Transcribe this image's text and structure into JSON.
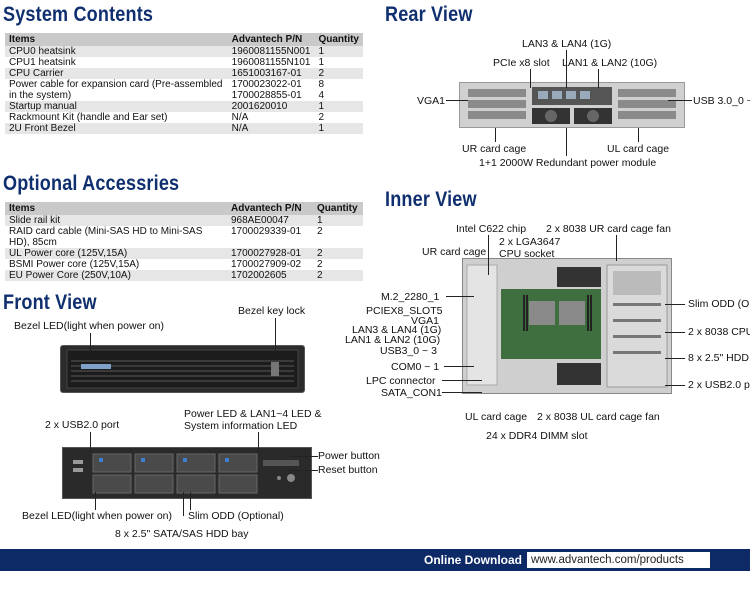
{
  "system_contents": {
    "title": "System Contents",
    "headers": [
      "Items",
      "Advantech P/N",
      "Quantity"
    ],
    "rows": [
      {
        "item": "CPU0 heatsink",
        "pn": "1960081155N001",
        "qty": "1"
      },
      {
        "item": "CPU1 heatsink",
        "pn": "1960081155N101",
        "qty": "1"
      },
      {
        "item": "CPU Carrier",
        "pn": "1651003167-01",
        "qty": "2"
      },
      {
        "item": "Power cable for expansion card (Pre-assembled in the system)",
        "pn": "1700023022-01\n1700028855-01",
        "qty": "8\n4"
      },
      {
        "item": "Startup manual",
        "pn": "2001620010",
        "qty": "1"
      },
      {
        "item": "Rackmount Kit (handle and Ear set)",
        "pn": "N/A",
        "qty": "2"
      },
      {
        "item": "2U Front Bezel",
        "pn": "N/A",
        "qty": "1"
      }
    ]
  },
  "optional_accessories": {
    "title": "Optional Accessries",
    "headers": [
      "Items",
      "Advantech P/N",
      "Quantity"
    ],
    "rows": [
      {
        "item": "Slide rail kit",
        "pn": "968AE00047",
        "qty": "1"
      },
      {
        "item": "RAID card cable (Mini-SAS HD to Mini-SAS HD), 85cm",
        "pn": "1700029339-01",
        "qty": "2"
      },
      {
        "item": "UL Power core  (125V,15A)",
        "pn": "1700027928-01",
        "qty": "2"
      },
      {
        "item": "BSMI Power core (125V,15A)",
        "pn": "1700027909-02",
        "qty": "2"
      },
      {
        "item": "EU Power Core  (250V,10A)",
        "pn": "1702002605",
        "qty": "2"
      }
    ]
  },
  "front_view": {
    "title": "Front View",
    "bezel_led_top": "Bezel LED(light when power on)",
    "bezel_key_lock": "Bezel key lock",
    "usb2_port": "2 x USB2.0 port",
    "power_led_line1": "Power LED & LAN1~4 LED &",
    "power_led_line2": "System information LED",
    "power_button": "Power button",
    "reset_button": "Reset button",
    "bezel_led_bottom": "Bezel LED(light when power on)",
    "slim_odd": "Slim ODD (Optional)",
    "hdd_bay": "8 x 2.5\" SATA/SAS HDD bay"
  },
  "rear_view": {
    "title": "Rear View",
    "lan34": "LAN3 & LAN4 (1G)",
    "pcie_slot": "PCIe x8 slot",
    "lan12": "LAN1 & LAN2 (10G)",
    "vga1": "VGA1",
    "usb3": "USB 3.0_0 ~",
    "ur_card_cage": "UR card cage",
    "ul_card_cage": "UL card cage",
    "psu": "1+1 2000W Redundant power module"
  },
  "inner_view": {
    "title": "Inner View",
    "intel_chip": "Intel C622 chip",
    "ur_fan": "2 x 8038 UR card cage fan",
    "lga_line1": "2 x LGA3647",
    "lga_line2": "CPU socket",
    "ur_card_cage": "UR card cage",
    "m2": "M.2_2280_1",
    "pciex8": "PCIEX8_SLOT5",
    "vga1": "VGA1",
    "lan34": "LAN3 & LAN4 (1G)",
    "lan12": "LAN1 & LAN2 (10G)",
    "usb3": "USB3_0 ~ 3",
    "com": "COM0 ~ 1",
    "lpc": "LPC connector",
    "sata": "SATA_CON1",
    "slim_odd": "Slim ODD (O",
    "cpu_fan": "2 x 8038 CPU",
    "hdd": "8 x 2.5\" HDD",
    "usb2": "2 x USB2.0 p",
    "ul_card_cage": "UL card cage",
    "ul_fan": "2 x 8038 UL card cage fan",
    "dimm": "24 x DDR4 DIMM slot"
  },
  "footer": {
    "label": "Online Download",
    "url": "www.advantech.com/products"
  }
}
